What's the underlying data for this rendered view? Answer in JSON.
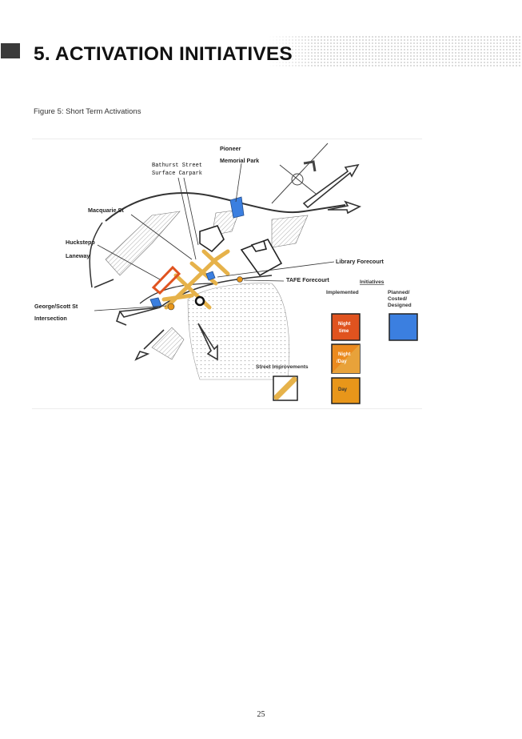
{
  "header": {
    "title": "5. ACTIVATION INITIATIVES"
  },
  "figure": {
    "caption": "Figure 5: Short Term Activations",
    "map_labels": {
      "pioneer_1": "Pioneer",
      "pioneer_2": "Memorial Park",
      "bathurst_1": "Bathurst Street",
      "bathurst_2": "Surface Carpark",
      "macquarie": "Macquarie St",
      "huckstepp_1": "Huckstepp",
      "huckstepp_2": "Laneway",
      "library": "Library Forecourt",
      "tafe": "TAFE Forecourt",
      "george_1": "George/Scott St",
      "george_2": "Intersection"
    },
    "legend": {
      "heading": "Initiatives",
      "implemented": "Implemented",
      "planned_1": "Planned/",
      "planned_2": "Costed/",
      "planned_3": "Designed",
      "night_1": "Night",
      "night_2": "time",
      "nightday_1": "Night",
      "nightday_2": "/Day",
      "day": "Day",
      "street_improvements": "Street Improvements"
    },
    "colors": {
      "night": "#e0531f",
      "night_day": "#eb8a1e",
      "day": "#e8961a",
      "planned": "#3b7fe0",
      "street": "#e6b24a"
    }
  },
  "footer": {
    "page_number": "25"
  }
}
